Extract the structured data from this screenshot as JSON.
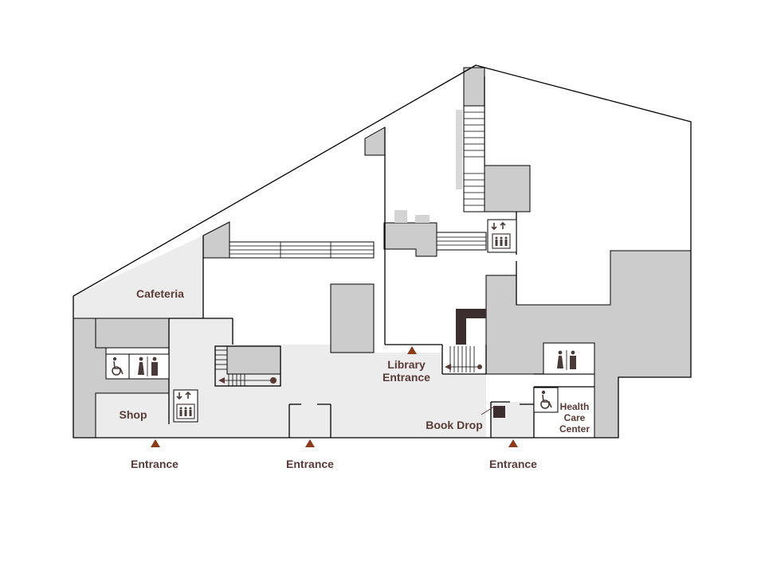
{
  "map": {
    "rooms": {
      "cafeteria": "Cafeteria",
      "shop": "Shop",
      "book_drop": "Book Drop",
      "health_care_line1": "Health",
      "health_care_line2": "Care",
      "health_care_line3": "Center"
    },
    "entrances": {
      "library_line1": "Library",
      "library_line2": "Entrance",
      "west": "Entrance",
      "middle": "Entrance",
      "east": "Entrance"
    },
    "icons": [
      "wheelchair-icon",
      "restroom-icon",
      "elevator-icon",
      "stairs-icon",
      "entrance-marker-icon"
    ],
    "colors": {
      "room_fill": "#cccccc",
      "corridor_fill": "#ececec",
      "label_text": "#5a3a36",
      "entrance_marker": "#8b3a1a",
      "book_drop": "#3c2e2e",
      "walls": "#000000"
    }
  }
}
